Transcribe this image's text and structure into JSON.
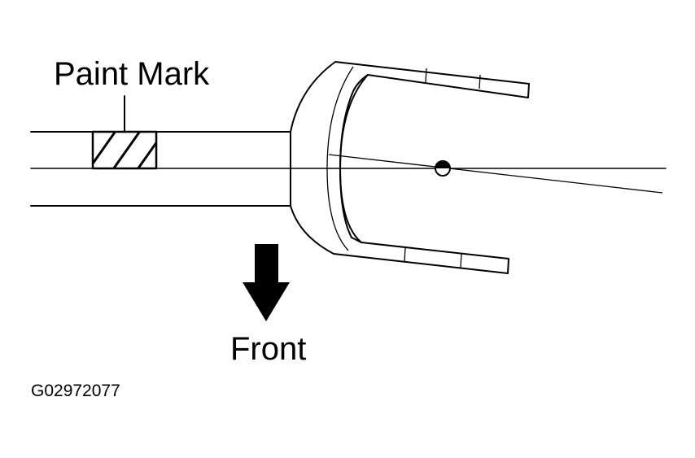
{
  "labels": {
    "paint_mark": "Paint Mark",
    "front": "Front",
    "figure_id": "G02972077"
  }
}
